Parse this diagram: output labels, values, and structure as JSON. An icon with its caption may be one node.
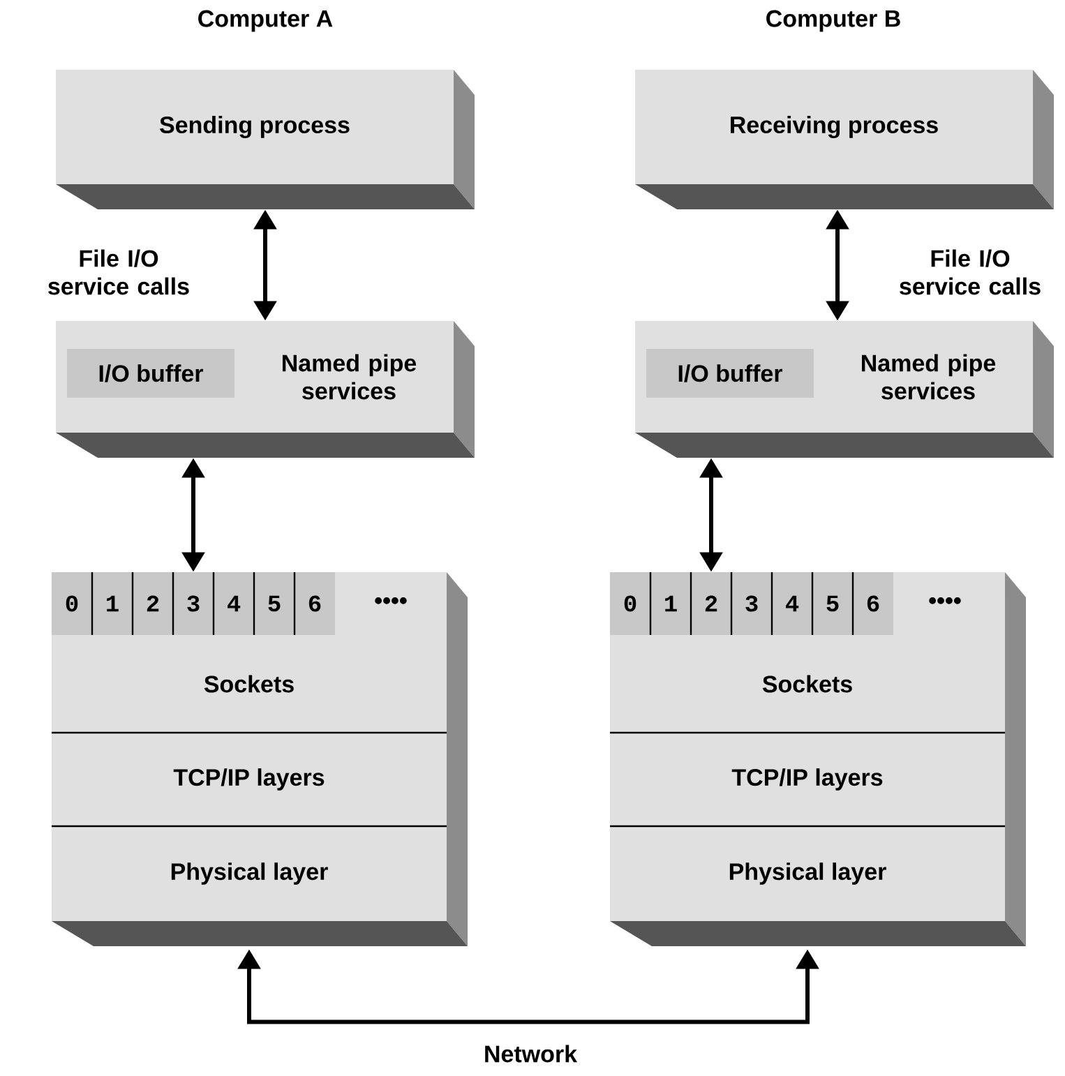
{
  "diagram": {
    "nodes": [
      {
        "text": [
          "Sending process"
        ]
      },
      {
        "text": [
          "Named pipe services"
        ]
      },
      {
        "text": [
          "I/O buffer"
        ],
        "in": 1
      },
      {
        "text": [],
        "shape": "box"
      },
      {
        "text": [
          "0"
        ],
        "in": 3
      },
      {
        "text": [
          "1"
        ],
        "in": 3
      },
      {
        "text": [
          "2"
        ],
        "in": 3
      },
      {
        "text": [
          "3"
        ],
        "in": 3
      },
      {
        "text": [
          "4"
        ],
        "in": 3
      },
      {
        "text": [
          "5"
        ],
        "in": 3
      },
      {
        "text": [
          "6"
        ],
        "in": 3
      },
      {
        "text": [
          "Sockets"
        ],
        "in": 3
      },
      {
        "text": [
          "TCP/IP layers"
        ],
        "in": 3
      },
      {
        "text": [
          "Physical layer"
        ],
        "in": 3
      },
      {
        "text": [
          "Receiving process"
        ]
      },
      {
        "text": [
          "Named pipe services"
        ]
      },
      {
        "text": [
          "I/O buffer"
        ],
        "in": 15
      },
      {
        "text": [],
        "shape": "box"
      },
      {
        "text": [
          "0"
        ],
        "in": 17
      },
      {
        "text": [
          "1"
        ],
        "in": 17
      },
      {
        "text": [
          "2"
        ],
        "in": 17
      },
      {
        "text": [
          "3"
        ],
        "in": 17
      },
      {
        "text": [
          "4"
        ],
        "in": 17
      },
      {
        "text": [
          "5"
        ],
        "in": 17
      },
      {
        "text": [
          "6"
        ],
        "in": 17
      },
      {
        "text": [
          "Sockets"
        ],
        "in": 17
      },
      {
        "text": [
          "TCP/IP layers"
        ],
        "in": 17
      },
      {
        "text": [
          "Physical layer"
        ],
        "in": 17
      }
    ],
    "edges": [
      {
        "from": 0,
        "to": 1,
        "arrow": "both",
        "label": "File I/O service calls"
      },
      {
        "from": 1,
        "to": 7,
        "arrow": "both"
      },
      {
        "from": 14,
        "to": 15,
        "arrow": "both",
        "label": "File I/O service calls"
      },
      {
        "from": 15,
        "to": 20,
        "arrow": "both"
      },
      {
        "from": 13,
        "to": 27,
        "arrow": "both",
        "label": "Network"
      }
    ],
    "labels": [
      "Computer A",
      "Computer B",
      "••••",
      "••••"
    ]
  }
}
